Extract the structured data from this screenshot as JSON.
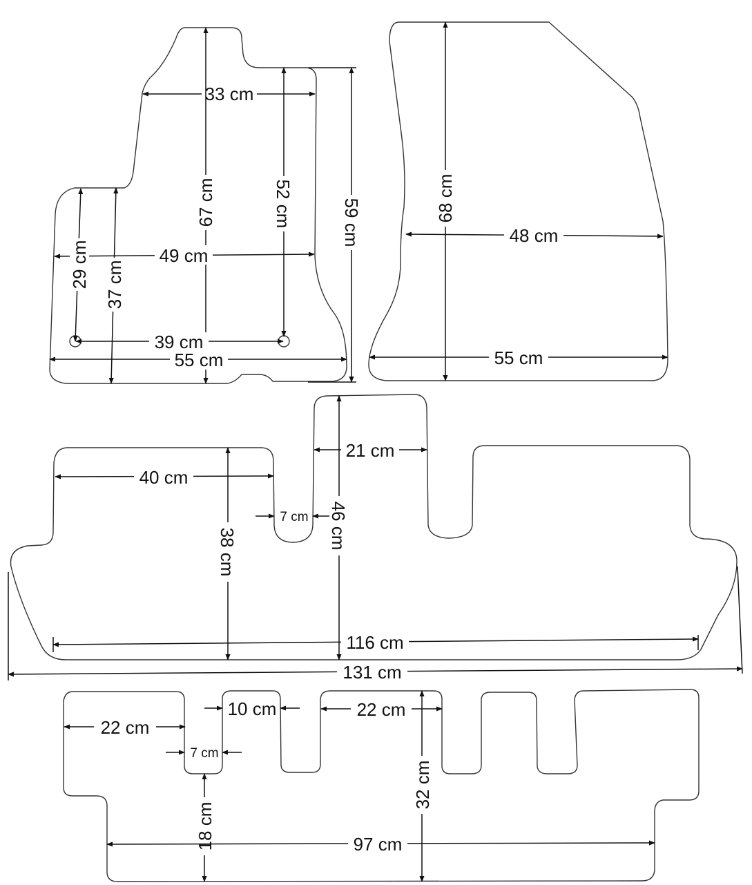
{
  "colors": {
    "outline": "#333333",
    "dimension": "#111111",
    "background": "#ffffff"
  },
  "mats": [
    {
      "name": "driver-mat-front-left",
      "labels": {
        "top_width": "33 cm",
        "height_overall": "67 cm",
        "height_right": "52 cm",
        "height_side": "59 cm",
        "mid_width": "49 cm",
        "left_height_a": "29 cm",
        "left_height_b": "37 cm",
        "hole_spacing": "39 cm",
        "bottom_width": "55 cm"
      }
    },
    {
      "name": "passenger-mat-front-right",
      "labels": {
        "height": "68 cm",
        "mid_width": "48 cm",
        "bottom_width": "55 cm"
      }
    },
    {
      "name": "middle-row-mat",
      "labels": {
        "tunnel_width": "21 cm",
        "left_width": "40 cm",
        "notch_width": "7 cm",
        "tunnel_height": "46 cm",
        "left_height": "38 cm",
        "inner_width": "116 cm",
        "overall_width": "131 cm"
      }
    },
    {
      "name": "third-row-mat",
      "labels": {
        "left_width": "22 cm",
        "tab_width": "10 cm",
        "mid_width": "22 cm",
        "notch_width": "7 cm",
        "height": "32 cm",
        "step_height": "18 cm",
        "bottom_width": "97 cm"
      }
    }
  ]
}
